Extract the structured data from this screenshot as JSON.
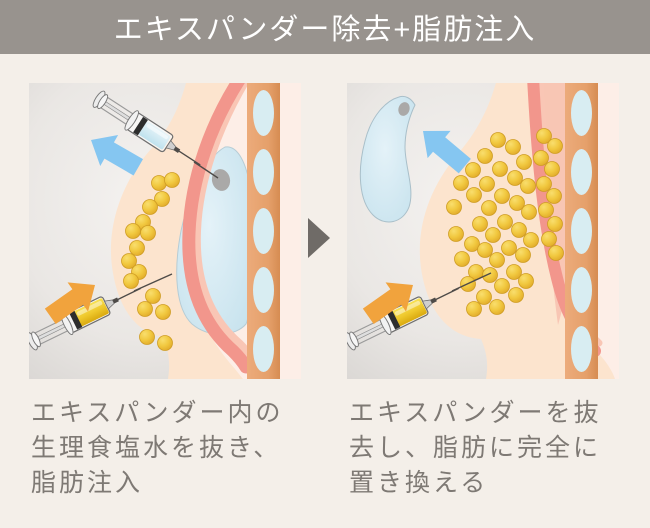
{
  "header": {
    "title": "エキスパンダー除去+脂肪注入",
    "bg_color": "#98938e",
    "text_color": "#ffffff"
  },
  "step_arrow": {
    "icon": "next-step-arrow-icon",
    "color": "#6f6b67"
  },
  "panels": [
    {
      "id": "before",
      "caption_lines": [
        "エキスパンダー内の",
        "生理食塩水を抜き、",
        "脂肪注入"
      ],
      "fat_dot_count": 16,
      "icons": [
        "saline-syringe-icon",
        "removal-arrow-icon",
        "fat-syringe-icon",
        "injection-arrow-icon",
        "tissue-expander-icon",
        "injection-port-icon",
        "fat-cells",
        "rib-cage-icon",
        "muscle-layer",
        "breast-profile"
      ]
    },
    {
      "id": "after",
      "caption_lines": [
        "エキスパンダーを抜",
        "去し、脂肪に完全に",
        "置き換える"
      ],
      "fat_dot_count": 48,
      "icons": [
        "removed-expander-icon",
        "removal-arrow-icon",
        "fat-syringe-icon",
        "injection-arrow-icon",
        "injection-port-icon",
        "fat-cells",
        "rib-cage-icon",
        "muscle-layer",
        "breast-profile"
      ]
    }
  ],
  "colors": {
    "page_bg": "#f4efe9",
    "panel_bg": "#e9e6e3",
    "skin": "#fce4ce",
    "muscle": "#f2968c",
    "muscle_light": "#f9c6b5",
    "chest_interior": "#fdeee7",
    "chest_wall": "#e5a06a",
    "rib": "#d8edf2",
    "expander_blue": "#cde7f0",
    "port_gray": "#aaa9a8",
    "fat_yellow": "#f1c83f",
    "arrow_blue": "#85c6f1",
    "arrow_orange": "#f1a33d",
    "caption_text": "#7e7974"
  }
}
